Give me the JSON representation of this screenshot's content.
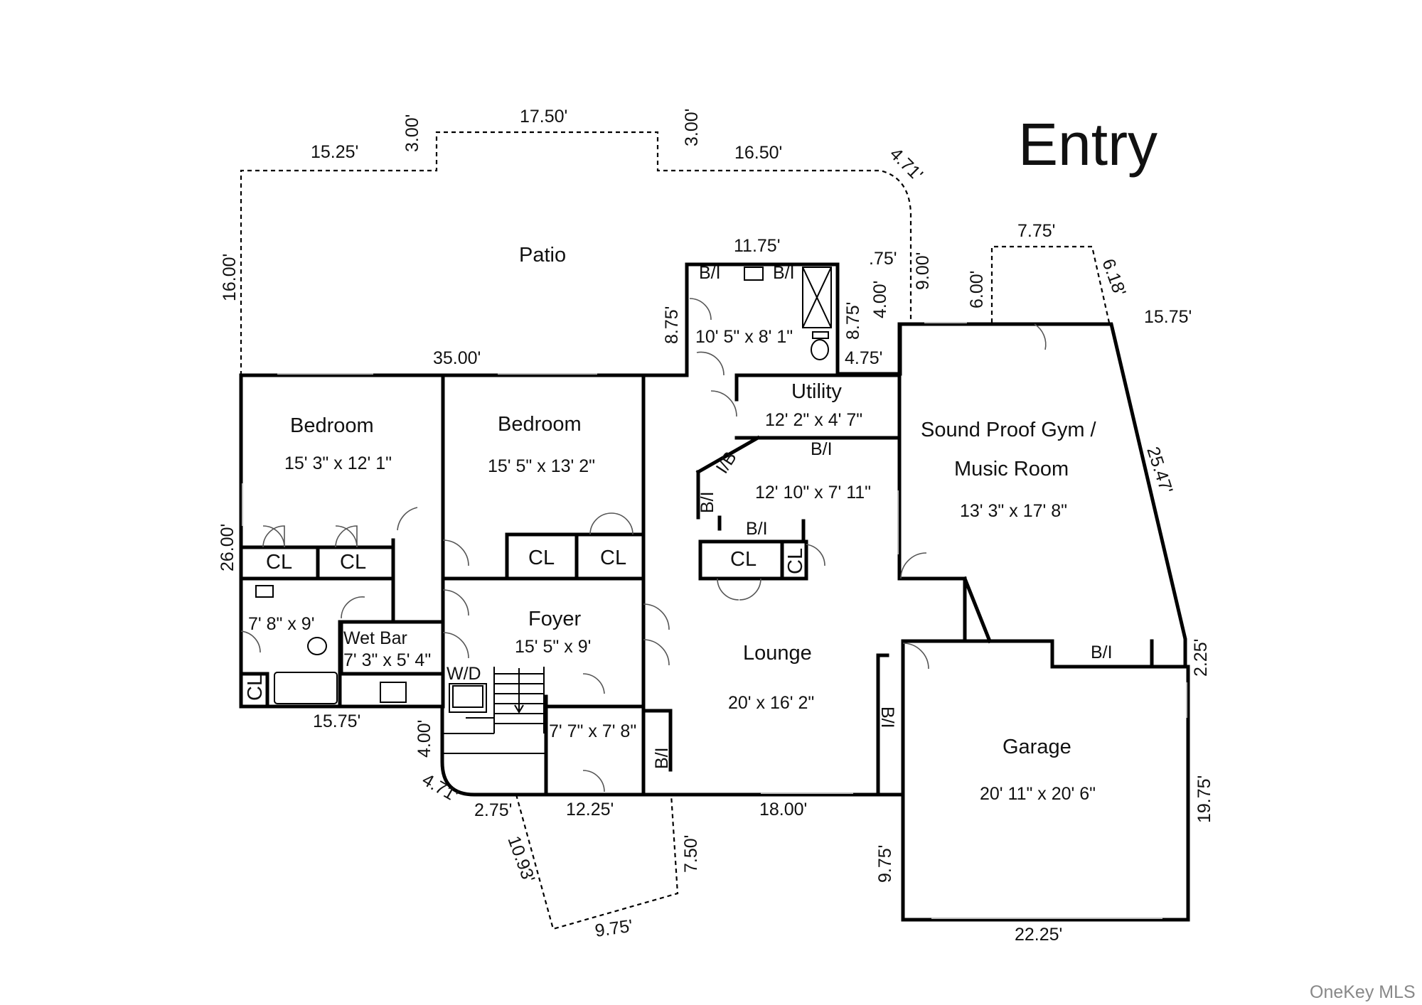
{
  "title": "Entry",
  "watermark": "OneKey MLS",
  "rooms": {
    "patio": "Patio",
    "bedroom1": {
      "name": "Bedroom",
      "size": "15' 3\" x 12' 1\""
    },
    "bedroom2": {
      "name": "Bedroom",
      "size": "15' 5\" x 13' 2\""
    },
    "bath_top": {
      "size": "10' 5\" x 8' 1\""
    },
    "utility": {
      "name": "Utility",
      "size": "12' 2\" x 4' 7\""
    },
    "hall": {
      "size": "12' 10\" x 7' 11\""
    },
    "gym": {
      "name_line1": "Sound Proof Gym /",
      "name_line2": "Music Room",
      "size": "13' 3\" x 17' 8\""
    },
    "bath_left": {
      "size": "7' 8\" x 9'"
    },
    "wet_bar": {
      "name": "Wet Bar",
      "size": "7' 3\" x 5' 4\""
    },
    "foyer": {
      "name": "Foyer",
      "size": "15' 5\" x 9'"
    },
    "lounge": {
      "name": "Lounge",
      "size": "20' x 16' 2\""
    },
    "small_room": {
      "size": "7' 7\" x 7' 8\""
    },
    "garage": {
      "name": "Garage",
      "size": "20' 11\" x 20' 6\""
    },
    "wd": "W/D"
  },
  "labels": {
    "cl": "CL",
    "bi": "B/I",
    "ib": "I/B"
  },
  "dimensions": {
    "d_1525": "15.25'",
    "d_300a": "3.00'",
    "d_1750": "17.50'",
    "d_300b": "3.00'",
    "d_1650": "16.50'",
    "d_471_top": "4.71'",
    "d_1600": "16.00'",
    "d_1175": "11.75'",
    "d_075": ".75'",
    "d_900": "9.00'",
    "d_775": "7.75'",
    "d_600": "6.00'",
    "d_618": "6.18'",
    "d_1575_right": "15.75'",
    "d_875_left": "8.75'",
    "d_875_right": "8.75'",
    "d_400_top": "4.00'",
    "d_475": "4.75'",
    "d_3500": "35.00'",
    "d_2547": "25.47'",
    "d_2600": "26.00'",
    "d_225": "2.25'",
    "d_1575_left": "15.75'",
    "d_400_bottom": "4.00'",
    "d_471_bottom": "4.71'",
    "d_275": "2.75'",
    "d_1225": "12.25'",
    "d_1800": "18.00'",
    "d_1975": "19.75'",
    "d_1093": "10.93'",
    "d_750": "7.50'",
    "d_975_bottom": "9.75'",
    "d_975_side": "9.75'",
    "d_2225": "22.25'"
  }
}
